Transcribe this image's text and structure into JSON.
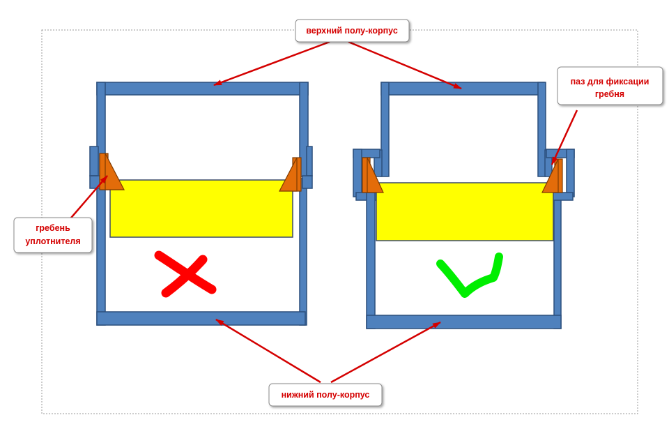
{
  "callouts": {
    "top_housing": "верхний полу-корпус",
    "bottom_housing": "нижний полу-корпус",
    "groove": [
      "паз для фиксации",
      "гребня"
    ],
    "ridge": [
      "гребень",
      "уплотнителя"
    ]
  },
  "marks": {
    "wrong": "cross",
    "right": "check"
  },
  "colors": {
    "frame_fill": "#4f81bd",
    "frame_stroke": "#2c4f7c",
    "seal_fill": "#e36c0a",
    "seal_stroke": "#7f3a00",
    "insert_fill": "#ffff00",
    "insert_stroke": "#3a4a6a",
    "label_text": "#d40000",
    "arrow": "#d40000",
    "cross": "#ff0000",
    "check": "#00ee00"
  }
}
